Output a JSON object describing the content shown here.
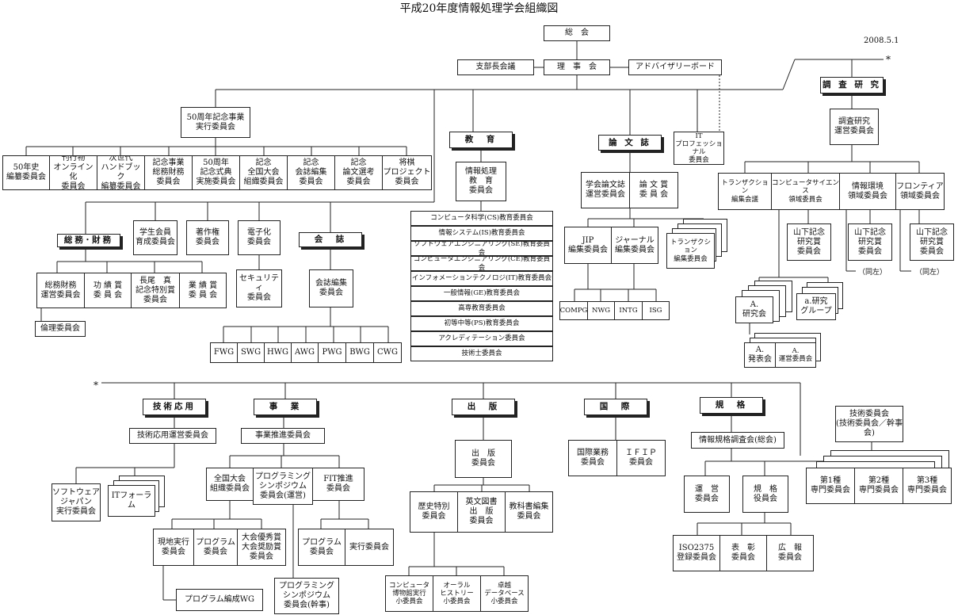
{
  "title": "平成20年度情報処理学会組織図",
  "date": "2008.5.1",
  "marker": "*",
  "note": "（同左）",
  "boxes": {
    "soukai": "総　会",
    "shibu": "支部長会議",
    "rijikai": "理　事　会",
    "advisory": "アドバイザリーボード",
    "it_pro": "IT\nプロフェッショナル\n委員会",
    "anniv": "50周年記念事業\n実行委員会",
    "a1": "50年史\n編纂委員会",
    "a2": "刊行物\nオンライン化\n委員会",
    "a3": "次世代\nハンドブック\n編纂委員会",
    "a4": "記念事業\n総務財務\n委員会",
    "a5": "50周年\n記念式典\n実施委員会",
    "a6": "記念\n全国大会\n組織委員会",
    "a7": "記念\n会誌編集\n委員会",
    "a8": "記念\n論文選考\n委員会",
    "a9": "将棋\nプロジェクト\n委員会",
    "kyoiku": "教　育",
    "kyoiku_sub": "情報処理\n教　育\n委員会",
    "edu_list": [
      "コンピュータ科学(CS)教育委員会",
      "情報システム(IS)教育委員会",
      "ソフトウェアエンジニアリング(SE)教育委員会",
      "コンピュータエンジニアリング(CE)教育委員会",
      "インフォメーションテクノロジ(IT)教育委員会",
      "一般情報(GE)教育委員会",
      "高専教育委員会",
      "初等中等(PS)教育委員会",
      "アクレディテーション委員会",
      "技術士委員会"
    ],
    "ronbun": "論 文 誌",
    "ronbun_a": "学会論文誌\n運営委員会",
    "ronbun_b": "論 文 賞\n委 員 会",
    "jip": "JIP\n編集委員会",
    "journal": "ジャーナル\n編集委員会",
    "transaction": "トランザクション\n編集委員会",
    "jgroups": [
      "COMPG",
      "NWG",
      "INTG",
      "ISG"
    ],
    "chousa": "調 査 研 究",
    "chousa_sub": "調査研究\n運営委員会",
    "r1": "トランザクション\n編集会議",
    "r2": "コンピュータサイエンス\n領域委員会",
    "r3": "情報環境\n領域委員会",
    "r4": "フロンティア\n領域委員会",
    "yama": "山下記念\n研究賞\n委員会",
    "a_ken": "A.\n研究会",
    "a_grp": "a.研究\nグループ",
    "a_hap": "A.\n発表会",
    "a_unei": "A.\n運営委員会",
    "soumu": "総務･財務",
    "gakusei": "学生会員\n育成委員会",
    "chosaku": "著作権\n委員会",
    "denshi": "電子化\n委員会",
    "security": "セキュリティ\n委員会",
    "kaishi": "会　誌",
    "kaishi_sub": "会誌編集\n委員会",
    "wgs": [
      "FWG",
      "SWG",
      "HWG",
      "AWG",
      "PWG",
      "BWG",
      "CWG"
    ],
    "s1": "総務財務\n運営委員会",
    "s2": "功 績 賞\n委 員 会",
    "s3": "長尾　真\n記念特別賞\n委員会",
    "s4": "業 績 賞\n委 員 会",
    "rinri": "倫理委員会",
    "gijutsu": "技術応用",
    "gijutsu_sub": "技術応用運営委員会",
    "sw_japan": "ソフトウェア\nジャパン\n実行委員会",
    "it_forum": "ITフォーラム",
    "jigyo": "事　業",
    "jigyo_sub": "事業推進委員会",
    "zenkoku": "全国大会\n組織委員会",
    "prog_sym": "プログラミング\nシンポジウム\n委員会(運営)",
    "fit": "FIT推進\n委員会",
    "genchi": "現地実行\n委員会",
    "program": "プログラム\n委員会",
    "taikai": "大会優秀賞\n大会奨励賞\n委員会",
    "prog_hensei": "プログラム編成WG",
    "prog_sym2": "プログラミング\nシンポジウム\n委員会(幹事)",
    "fit_prog": "プログラム\n委員会",
    "fit_jikko": "実行委員会",
    "shuppan": "出　版",
    "shuppan_sub": "出　版\n委員会",
    "rekishi": "歴史特別\n委員会",
    "eibun": "英文図書\n出　版\n委員会",
    "kyoka": "教科書編集\n委員会",
    "computer_hak": "コンピュータ\n博物館実行\n小委員会",
    "oral": "オーラル\nヒストリー\n小委員会",
    "takuetsu": "卓越\nデータベース\n小委員会",
    "kokusai": "国　際",
    "kokusai_a": "国際業務\n委員会",
    "ifip": "ＩＦＩＰ\n委員会",
    "kikaku": "規　格",
    "kikaku_sub": "情報規格調査会(総会)",
    "unei": "運　営\n委員会",
    "yakuin": "規　格\n役員会",
    "gijutsu_iin": "技術委員会\n(技術委員会／幹事会)",
    "senmon1": "第1種\n専門委員会",
    "senmon2": "第2種\n専門委員会",
    "senmon3": "第3種\n専門委員会",
    "iso": "ISO2375\n登録委員会",
    "hyosho": "表　彰\n委員会",
    "koho": "広　報\n委員会"
  }
}
